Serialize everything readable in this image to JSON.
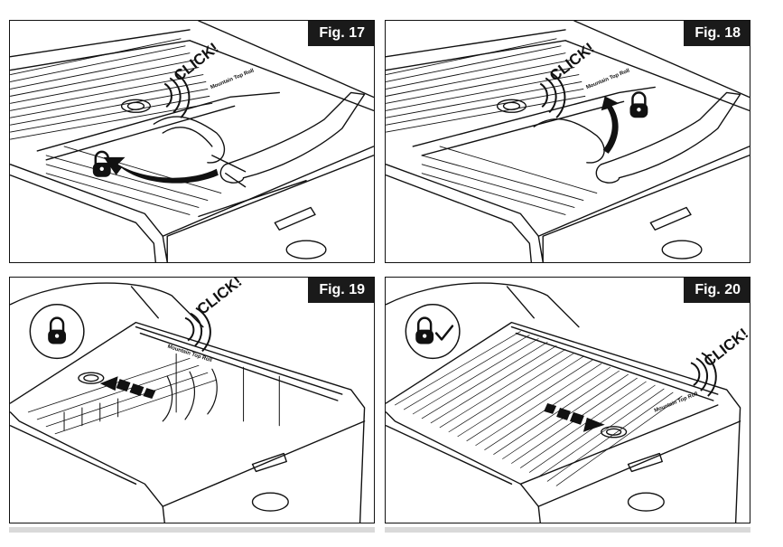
{
  "figures": [
    {
      "label": "Fig. 17",
      "callout": "CLICK!",
      "brand": "Mountain Top Roll"
    },
    {
      "label": "Fig. 18",
      "callout": "CLICK!",
      "brand": "Mountain Top Roll"
    },
    {
      "label": "Fig. 19",
      "callout": "CLICK!",
      "brand": "Mountain Top Roll",
      "badge_icon": "lock-icon"
    },
    {
      "label": "Fig. 20",
      "callout": "CLICK!",
      "brand": "Mountain Top Roll",
      "badge_icon": "lock-check-icon"
    }
  ]
}
